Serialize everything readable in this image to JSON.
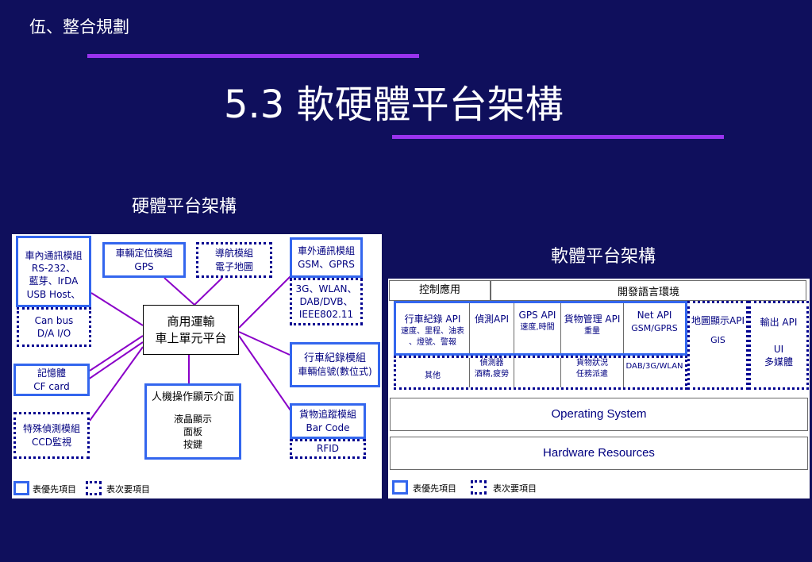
{
  "header": {
    "section": "伍、整合規劃",
    "title": "5.3 軟硬體平台架構"
  },
  "hardware": {
    "heading": "硬體平台架構",
    "center": [
      "商用運輸",
      "車上單元平台"
    ],
    "in_vehicle": {
      "title": "車內通訊模組",
      "lines": [
        "RS-232、",
        "藍芽、IrDA",
        "USB Host、"
      ]
    },
    "canbus": [
      "Can bus",
      "D/A I/O"
    ],
    "memory": [
      "記憶體",
      "CF card"
    ],
    "special": [
      "特殊偵測模組",
      "CCD監視"
    ],
    "positioning": [
      "車輛定位模組",
      "GPS"
    ],
    "navigation": [
      "導航模組",
      "電子地圖"
    ],
    "hmi": {
      "title": "人機操作顯示介面",
      "lines": [
        "液晶顯示",
        "面板",
        "按鍵"
      ]
    },
    "external": {
      "title": "車外通訊模組",
      "lines": [
        "GSM、GPRS"
      ],
      "extra": [
        "3G、WLAN、",
        "DAB/DVB、",
        "IEEE802.11"
      ]
    },
    "recorder": [
      "行車紀錄模組",
      "車輛信號(數位式)"
    ],
    "cargo": [
      "貨物追蹤模組",
      "Bar Code"
    ],
    "rfid": "RFID",
    "legend": {
      "primary": "表優先項目",
      "secondary": "表次要項目"
    }
  },
  "software": {
    "heading": "軟體平台架構",
    "control_app": "控制應用",
    "dev_env": "開發語言環境",
    "apis": [
      {
        "title": "行車紀錄 API",
        "sub": [
          "速度、里程、油表",
          "、燈號、警報"
        ],
        "extra": [
          "其他"
        ]
      },
      {
        "title": "偵測API",
        "sub": [],
        "extra": [
          "偵測器",
          "酒精,疲勞"
        ]
      },
      {
        "title": "GPS API",
        "sub": [
          "速度,時間"
        ],
        "extra": []
      },
      {
        "title": "貨物管理 API",
        "sub": [
          "重量"
        ],
        "extra": [
          "貨物狀況",
          "任務派遣"
        ]
      },
      {
        "title": "Net API",
        "sub": [
          "GSM/GPRS"
        ],
        "extra": [
          "DAB/3G/WLAN"
        ]
      }
    ],
    "map_api": {
      "title": "地圖顯示API",
      "sub": [
        "GIS"
      ]
    },
    "output_api": {
      "title": "輸出 API",
      "sub": [
        "UI",
        "多媒體"
      ]
    },
    "os": "Operating System",
    "hw_res": "Hardware Resources",
    "legend": {
      "primary": "表優先項目",
      "secondary": "表次要項目"
    }
  },
  "colors": {
    "background": "#0f0f5c",
    "accent_bar": "#9933ee",
    "connector": "#8a00c8",
    "primary_border": "#3366ee",
    "secondary_border": "#000090"
  }
}
